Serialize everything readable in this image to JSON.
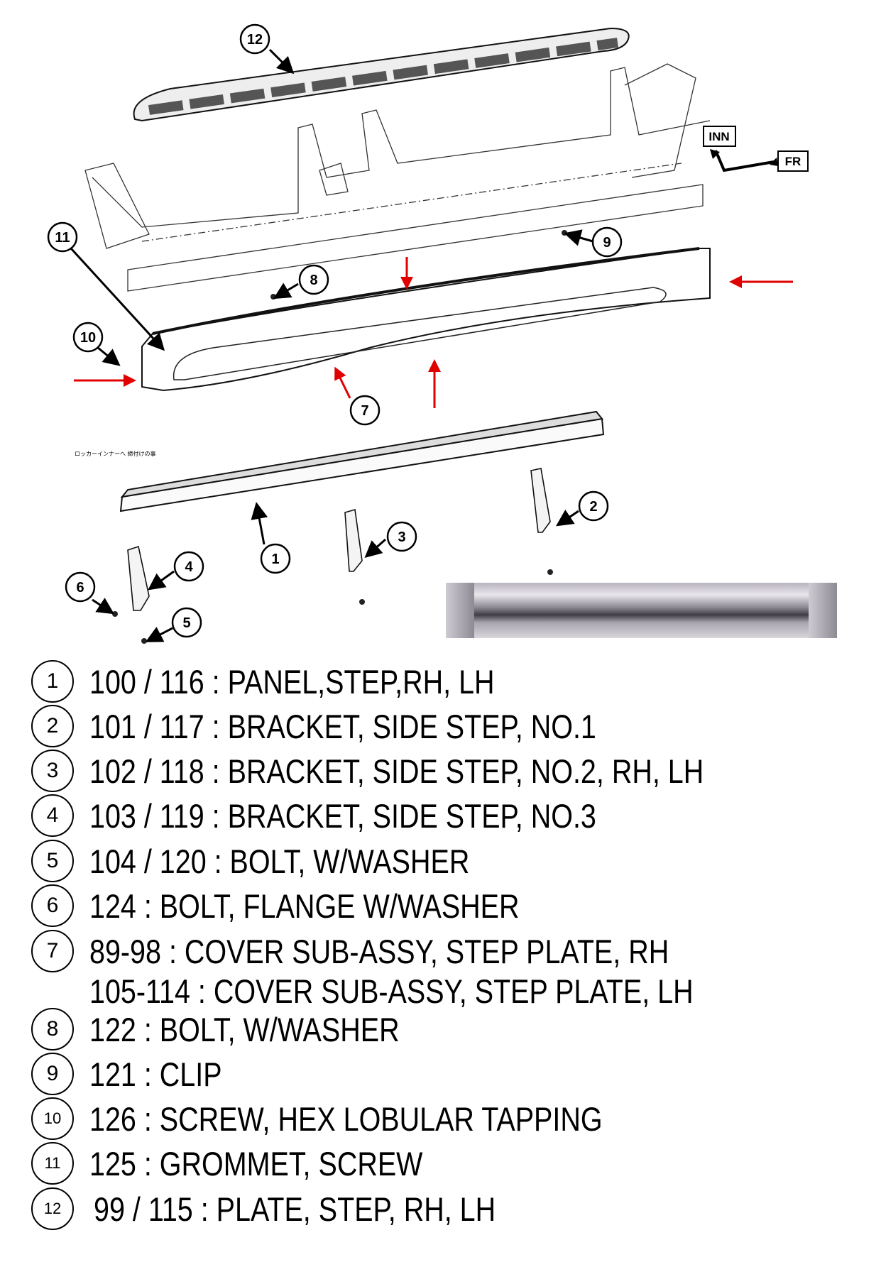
{
  "diagram": {
    "callouts": [
      "1",
      "2",
      "3",
      "4",
      "5",
      "6",
      "7",
      "8",
      "9",
      "10",
      "11",
      "12"
    ],
    "direction_labels": {
      "inner": "INN",
      "front": "FR"
    },
    "japanese_note": "ロッカーインナーへ 締付けの事",
    "accent_color": "#e00000"
  },
  "legend": [
    {
      "num": "1",
      "text": "100 / 116 : PANEL,STEP,RH, LH"
    },
    {
      "num": "2",
      "text": "101 / 117 : BRACKET, SIDE STEP, NO.1"
    },
    {
      "num": "3",
      "text": "102 / 118 : BRACKET, SIDE STEP, NO.2, RH, LH"
    },
    {
      "num": "4",
      "text": "103 / 119 : BRACKET, SIDE STEP, NO.3"
    },
    {
      "num": "5",
      "text": "104 / 120 : BOLT, W/WASHER"
    },
    {
      "num": "6",
      "text": "124  : BOLT, FLANGE W/WASHER"
    },
    {
      "num": "7",
      "text": "89-98 : COVER SUB-ASSY, STEP PLATE, RH",
      "text2": "105-114 : COVER SUB-ASSY, STEP PLATE, LH"
    },
    {
      "num": "8",
      "text": "122 : BOLT, W/WASHER"
    },
    {
      "num": "9",
      "text": "121 : CLIP"
    },
    {
      "num": "10",
      "text": "126 : SCREW, HEX LOBULAR TAPPING"
    },
    {
      "num": "11",
      "text": "125 : GROMMET, SCREW"
    },
    {
      "num": "12",
      "text": "99 / 115 : PLATE, STEP, RH, LH"
    }
  ]
}
